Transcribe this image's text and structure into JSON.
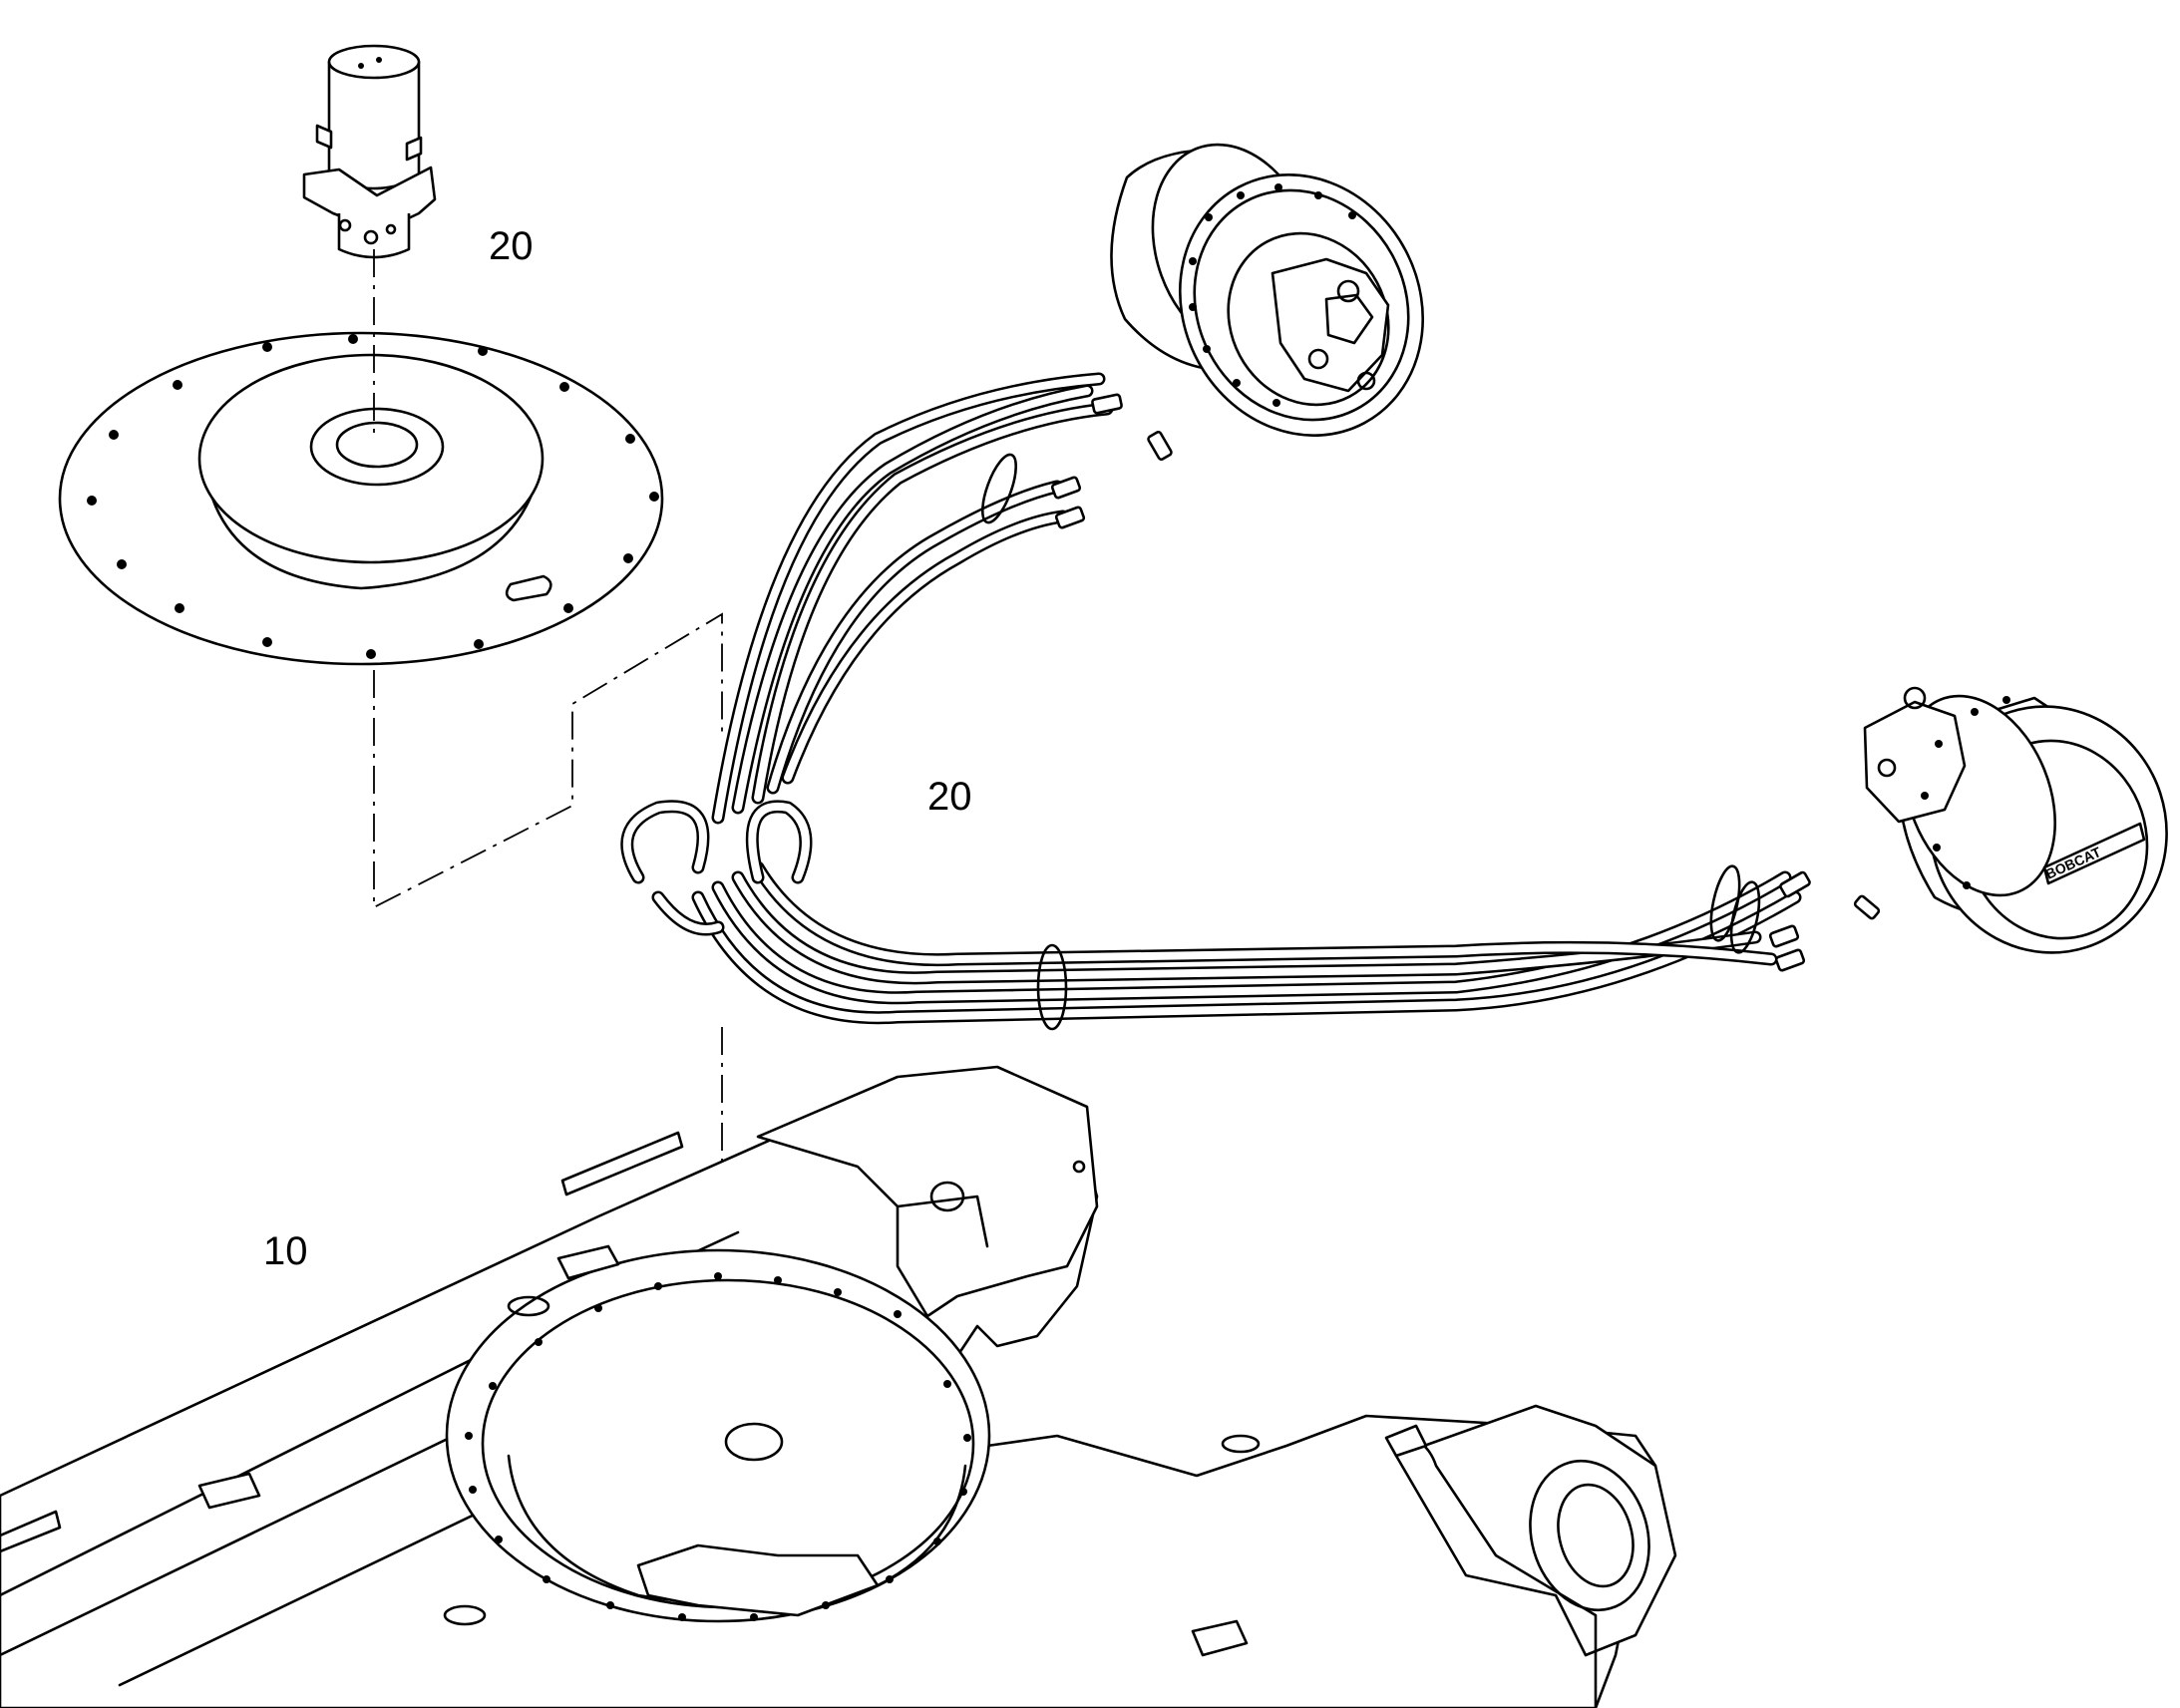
{
  "callouts": {
    "swivel_joint": "20",
    "hose_assembly": "20",
    "undercarriage_frame": "10"
  },
  "motor_logo_text": "BOBCAT",
  "colors": {
    "line": "#000000",
    "background": "#ffffff"
  }
}
